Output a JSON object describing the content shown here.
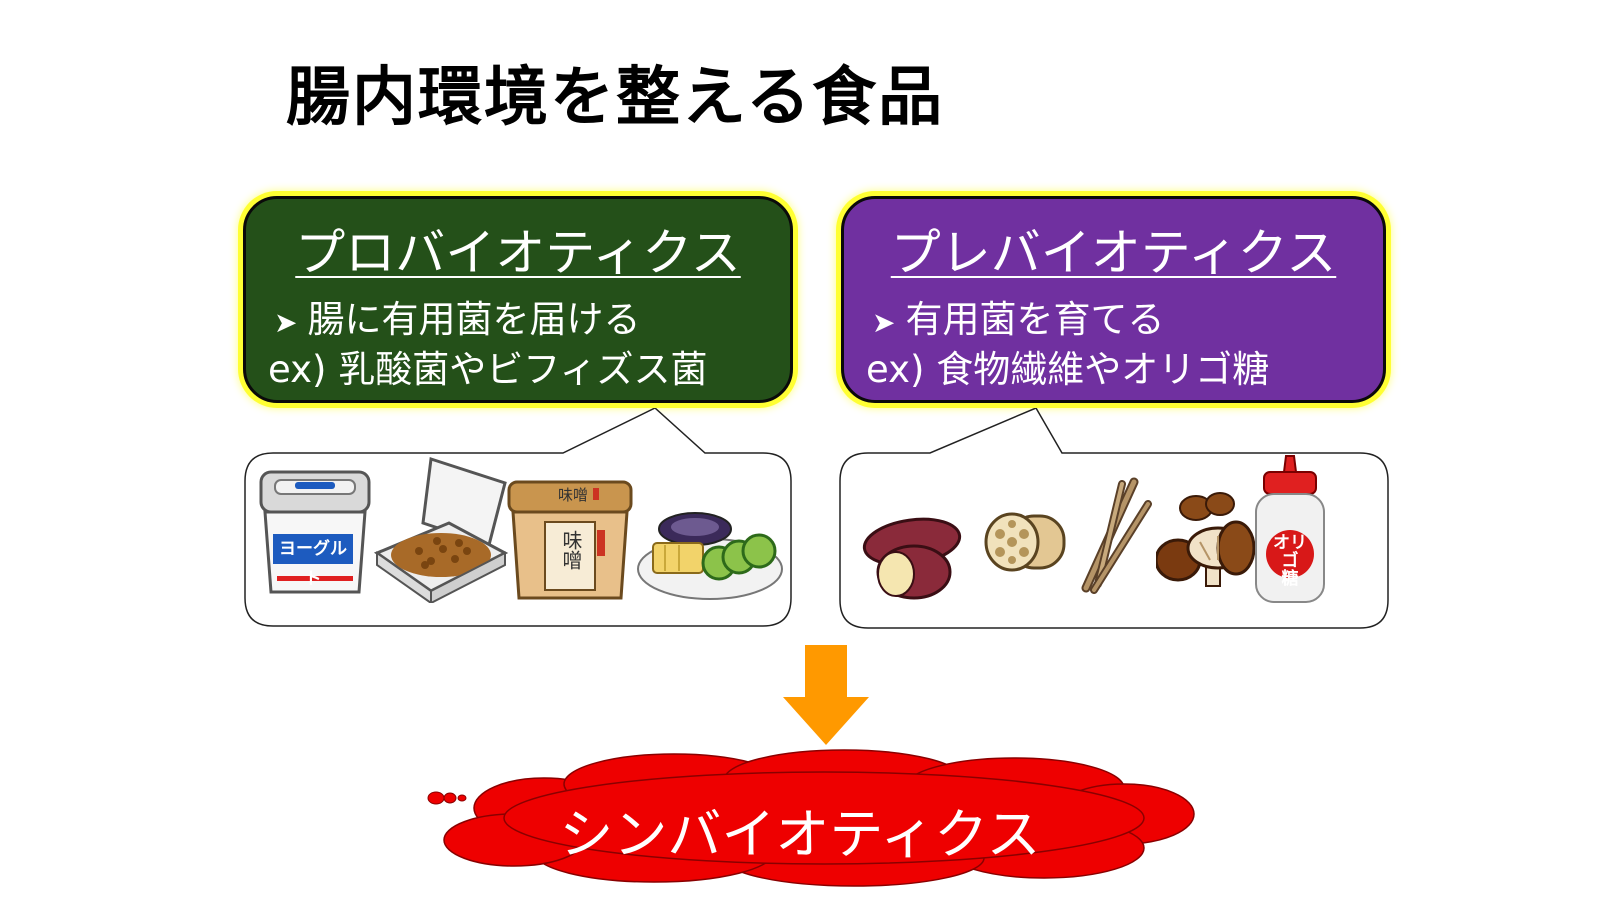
{
  "title": "腸内環境を整える食品",
  "probiotics": {
    "heading": "プロバイオティクス",
    "bullet": "腸に有用菌を届ける",
    "example": "ex) 乳酸菌やビフィズス菌",
    "bg_color": "#245019",
    "foods": [
      {
        "name": "yogurt",
        "label": "ヨーグルト"
      },
      {
        "name": "natto"
      },
      {
        "name": "miso",
        "label_top": "味噌",
        "label_main": "味噌"
      },
      {
        "name": "pickles"
      }
    ]
  },
  "prebiotics": {
    "heading": "プレバイオティクス",
    "bullet": "有用菌を育てる",
    "example": "ex) 食物繊維やオリゴ糖",
    "bg_color": "#7030a0",
    "foods": [
      {
        "name": "sweet-potato"
      },
      {
        "name": "lotus-root"
      },
      {
        "name": "burdock"
      },
      {
        "name": "mushrooms"
      },
      {
        "name": "oligosaccharide-syrup",
        "label_line1": "オリゴ",
        "label_line2": "糖"
      }
    ]
  },
  "result": {
    "label": "シンバイオティクス",
    "cloud_color": "#ee0000"
  },
  "arrow_color": "#ff9900",
  "outline_glow_color": "#ffff33"
}
